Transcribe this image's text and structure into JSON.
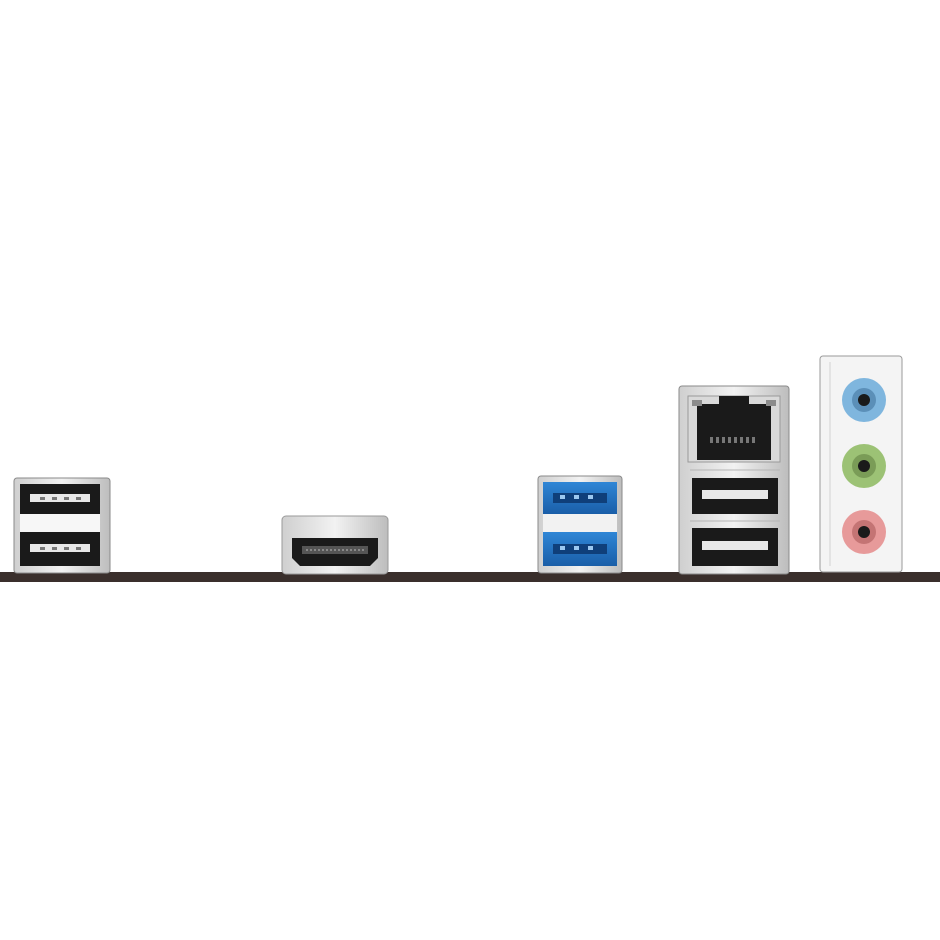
{
  "scene": {
    "subject": "motherboard-rear-io-panel",
    "colors": {
      "background": "#ffffff",
      "pcb": "#3a2f2c",
      "shield": "#e4e4e4",
      "port_black": "#1a1a1a",
      "usb3_blue": "#1f6fc0",
      "audio_blue": "#7fb6de",
      "audio_green": "#9cc275",
      "audio_pink": "#e79a9a"
    },
    "ports": [
      {
        "kind": "usb2-stack",
        "icon": "usb-port-icon",
        "count": 2
      },
      {
        "kind": "hdmi",
        "icon": "hdmi-port-icon",
        "count": 1
      },
      {
        "kind": "usb3-stack",
        "icon": "usb3-port-icon",
        "count": 2
      },
      {
        "kind": "lan-usb-combo",
        "icon": "rj45-port-icon",
        "count": 3
      },
      {
        "kind": "audio-jacks",
        "icon": "audio-jack-icon",
        "count": 3
      }
    ]
  }
}
